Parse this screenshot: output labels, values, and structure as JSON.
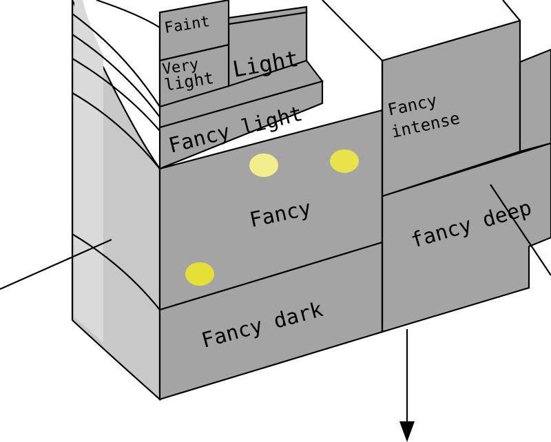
{
  "colors": {
    "face": "#a4a4a4",
    "side": "#c4c4c4",
    "side_light": "#d8d8d8",
    "top": "#ffffff",
    "dot_pale": "#f2ee8e",
    "dot_strong": "#e6e036",
    "line": "#000000"
  },
  "regions": {
    "faint": "Faint",
    "very_light_1": "Very",
    "very_light_2": "light",
    "light": "Light",
    "fancy_light": "Fancy light",
    "fancy_intense_1": "Fancy",
    "fancy_intense_2": "intense",
    "fancy": "Fancy",
    "fancy_deep": "fancy deep",
    "fancy_dark": "Fancy dark"
  }
}
